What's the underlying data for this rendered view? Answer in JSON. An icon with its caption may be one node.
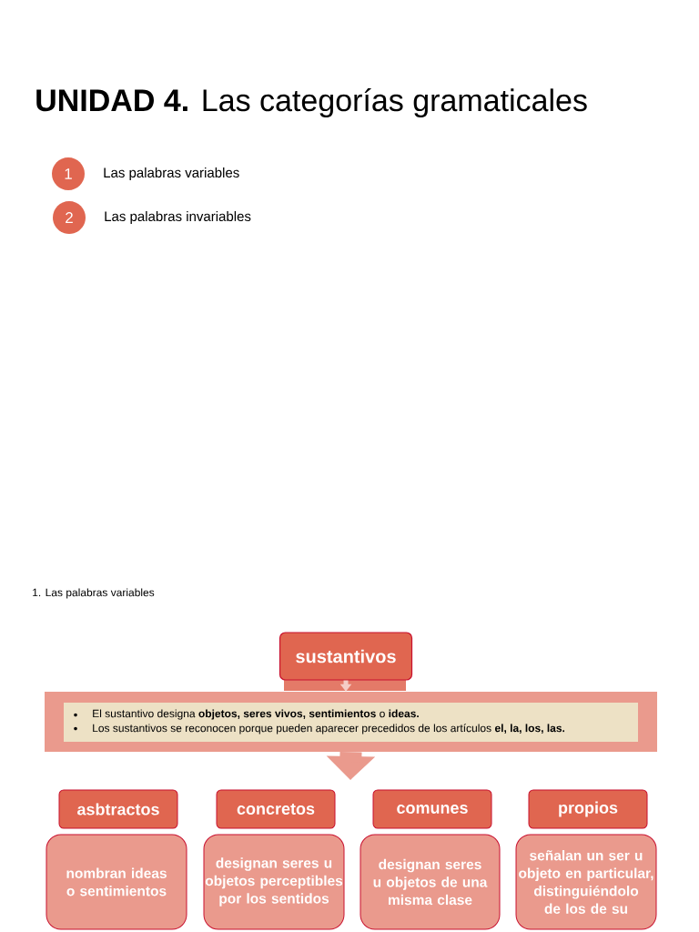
{
  "diagram": {
    "title": "**UNIDAD 4.** Las categorías gramaticales",
    "nodes": [
      {
        "text": [
          "1"
        ],
        "beside": [
          "Las palabras variables"
        ]
      },
      {
        "text": [
          "2"
        ],
        "beside": [
          "Las palabras invariables"
        ]
      },
      {
        "text": [
          "sustantivos"
        ]
      },
      {
        "text": [
          "El sustantivo designa **objetos, seres vivos, sentimientos** o **ideas.**",
          "Los sustantivos se reconocen porque pueden aparecer precedidos de los artículos **el, la, los, las.**"
        ]
      },
      {
        "text": [
          "asbtractos"
        ]
      },
      {
        "text": [
          "concretos"
        ]
      },
      {
        "text": [
          "comunes"
        ]
      },
      {
        "text": [
          "propios"
        ]
      },
      {
        "text": [
          "nombran ideas o sentimientos"
        ]
      },
      {
        "text": [
          "designan seres u objetos perceptibles por los sentidos"
        ]
      },
      {
        "text": [
          "designan seres u objetos de una misma clase"
        ]
      },
      {
        "text": [
          "señalan un ser u objeto en particular, distinguiéndolo de los de su"
        ]
      }
    ],
    "edges": [
      {
        "from": 2,
        "to": 3,
        "arrow": "to",
        "color": "#f5cdc6"
      },
      {
        "from": 3,
        "to": null,
        "arrow": "to",
        "style": "thick",
        "color": "#ea9a8d"
      }
    ],
    "labels": [
      "1. Las palabras variables"
    ]
  }
}
